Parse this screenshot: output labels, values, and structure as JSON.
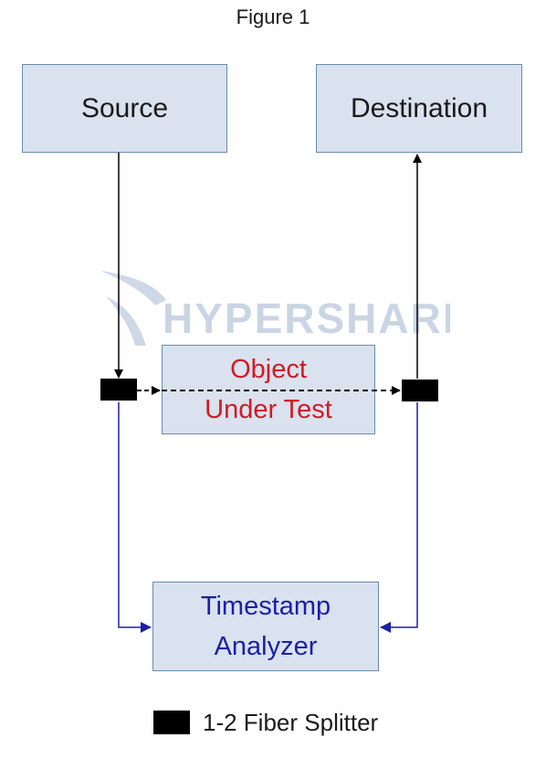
{
  "figure": {
    "title": "Figure 1"
  },
  "nodes": {
    "source": "Source",
    "destination": "Destination",
    "object_under_test": [
      "Object",
      "Under Test"
    ],
    "timestamp_analyzer": [
      "Timestamp",
      "Analyzer"
    ]
  },
  "watermark": {
    "brand_text": "HYPERSHARK"
  },
  "legend": {
    "label": "1-2 Fiber Splitter"
  },
  "colors": {
    "box_fill": "#d9e2ee",
    "box_border": "#6a8cab",
    "dut_text": "#d11a24",
    "tsa_text": "#1b1fa8",
    "blue_line": "#1b1fa8"
  }
}
